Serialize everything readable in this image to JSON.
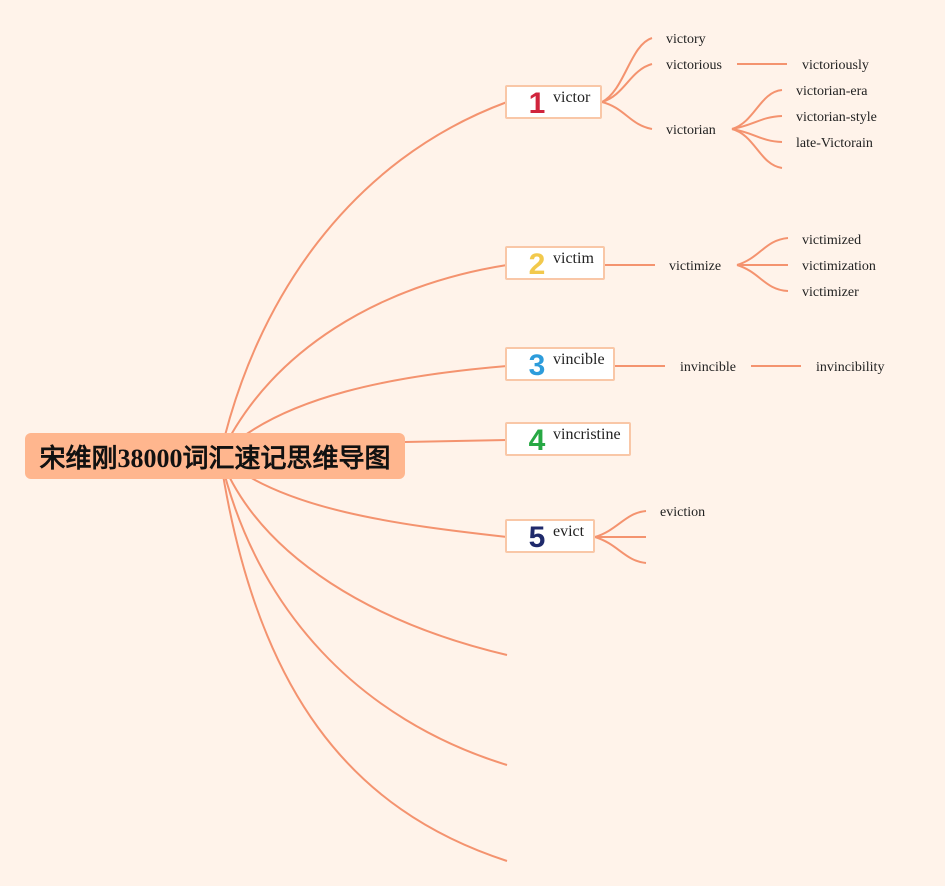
{
  "title": "宋维刚38000词汇速记思维导图",
  "colors": {
    "background": "#fff3ea",
    "root_fill": "#ffb68e",
    "link_stroke": "#f4936f",
    "node_border": "#f9c7a7"
  },
  "topics": [
    {
      "number": "1",
      "number_color": "#d0243c",
      "word": "victor",
      "children": [
        {
          "word": "victory",
          "children": []
        },
        {
          "word": "victorious",
          "children": [
            {
              "word": "victoriously"
            }
          ]
        },
        {
          "word": "victorian",
          "children": [
            {
              "word": "victorian-era"
            },
            {
              "word": "victorian-style"
            },
            {
              "word": "late-Victorain"
            },
            {
              "word": ""
            }
          ]
        }
      ]
    },
    {
      "number": "2",
      "number_color": "#f2c94c",
      "word": "victim",
      "children": [
        {
          "word": "victimize",
          "children": [
            {
              "word": "victimized"
            },
            {
              "word": "victimization"
            },
            {
              "word": "victimizer"
            }
          ]
        }
      ]
    },
    {
      "number": "3",
      "number_color": "#2d9cdb",
      "word": "vincible",
      "children": [
        {
          "word": "invincible",
          "children": [
            {
              "word": "invincibility"
            }
          ]
        }
      ]
    },
    {
      "number": "4",
      "number_color": "#27a844",
      "word": "vincristine",
      "children": []
    },
    {
      "number": "5",
      "number_color": "#1f2a6b",
      "word": "evict",
      "children": [
        {
          "word": "eviction",
          "children": []
        },
        {
          "word": "",
          "children": []
        },
        {
          "word": "",
          "children": []
        }
      ]
    },
    {
      "number": "",
      "number_color": "",
      "word": "",
      "children": []
    },
    {
      "number": "",
      "number_color": "",
      "word": "",
      "children": []
    },
    {
      "number": "",
      "number_color": "",
      "word": "",
      "children": []
    }
  ]
}
